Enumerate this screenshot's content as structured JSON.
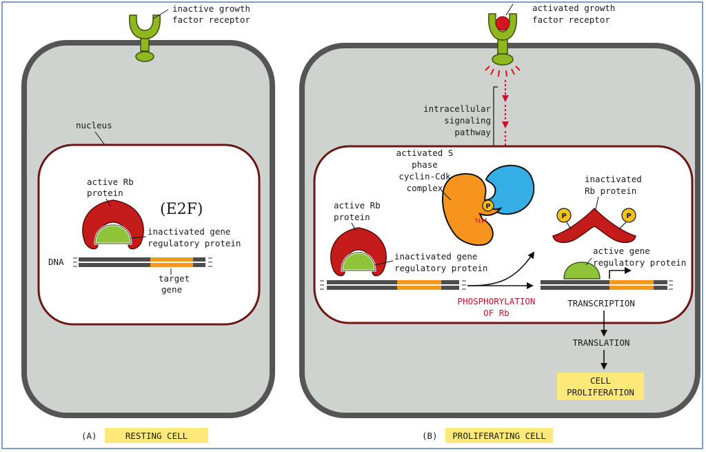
{
  "panel_a": {
    "receptor_label": [
      "inactive growth",
      "factor receptor"
    ],
    "nucleus_label": "nucleus",
    "rb_label": [
      "active Rb",
      "protein"
    ],
    "e2f_label": "(E2F)",
    "gene_reg_label": [
      "inactivated gene",
      "regulatory protein"
    ],
    "dna_label": "DNA",
    "target_gene_label": [
      "target",
      "gene"
    ],
    "caption_letter": "(A)",
    "caption": "RESTING CELL"
  },
  "panel_b": {
    "receptor_label": [
      "activated growth",
      "factor receptor"
    ],
    "signaling_label": [
      "intracellular",
      "signaling",
      "pathway"
    ],
    "cdk_label": [
      "activated S",
      "phase",
      "cyclin-Cdk",
      "complex"
    ],
    "rb_label": [
      "active Rb",
      "protein"
    ],
    "gene_reg_label": [
      "inactivated gene",
      "regulatory protein"
    ],
    "phospho_label": [
      "PHOSPHORYLATION",
      "OF Rb"
    ],
    "inactivated_rb_label": [
      "inactivated",
      "Rb protein"
    ],
    "active_gene_label": [
      "active gene",
      "regulatory protein"
    ],
    "transcription": "TRANSCRIPTION",
    "translation": "TRANSLATION",
    "proliferation": [
      "CELL",
      "PROLIFERATION"
    ],
    "phosphate": "P",
    "caption_letter": "(B)",
    "caption": "PROLIFERATING CELL"
  },
  "colors": {
    "cell_fill": "#cfd3cf",
    "cell_border": "#555555",
    "nucleus_border": "#6b1515",
    "receptor_green": "#8fb820",
    "rb_red": "#c41b1b",
    "e2f_green": "#8fc33a",
    "gene_orange": "#f39a1e",
    "cdk_orange": "#f7941d",
    "cyclin_blue": "#35aee6",
    "phosphate_yellow": "#f2c21b",
    "highlight_yellow": "#fde87a",
    "arrow_red": "#c8102e"
  }
}
